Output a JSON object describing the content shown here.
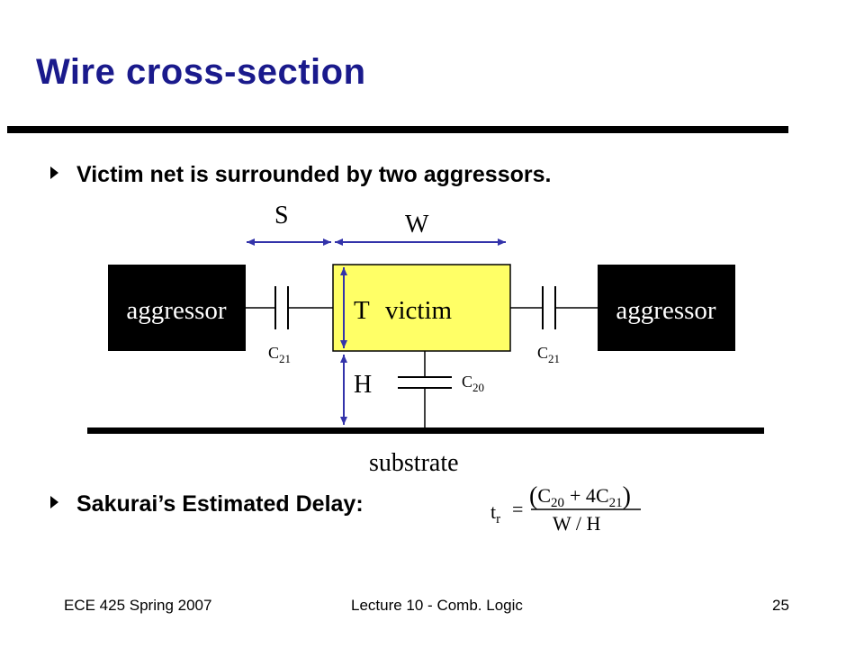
{
  "slide": {
    "title": "Wire cross-section",
    "bullets": [
      "Victim net is surrounded by two aggressors.",
      "Sakurai’s Estimated Delay:"
    ]
  },
  "diagram": {
    "label_s": "S",
    "label_w": "W",
    "label_t": "T",
    "label_h": "H",
    "aggressor_left": "aggressor",
    "victim": "victim",
    "aggressor_right": "aggressor",
    "cap_left": {
      "base": "C",
      "sub": "21"
    },
    "cap_right": {
      "base": "C",
      "sub": "21"
    },
    "cap_sub": {
      "base": "C",
      "sub": "20"
    },
    "substrate": "substrate",
    "colors": {
      "victim_fill": "#ffff66",
      "aggressor_fill": "#000000",
      "dimension_arrow": "#3333aa",
      "title": "#1a1a8c"
    }
  },
  "formula": {
    "lhs": "t",
    "lhs_sub": "r",
    "eq": "=",
    "num_open": "(",
    "num_c1": "C",
    "num_c1_sub": "20",
    "num_plus": "+ 4",
    "num_c2": "C",
    "num_c2_sub": "21",
    "num_close": ")",
    "den": "W / H"
  },
  "footer": {
    "left": "ECE 425 Spring 2007",
    "center": "Lecture 10 - Comb. Logic",
    "right": "25"
  }
}
